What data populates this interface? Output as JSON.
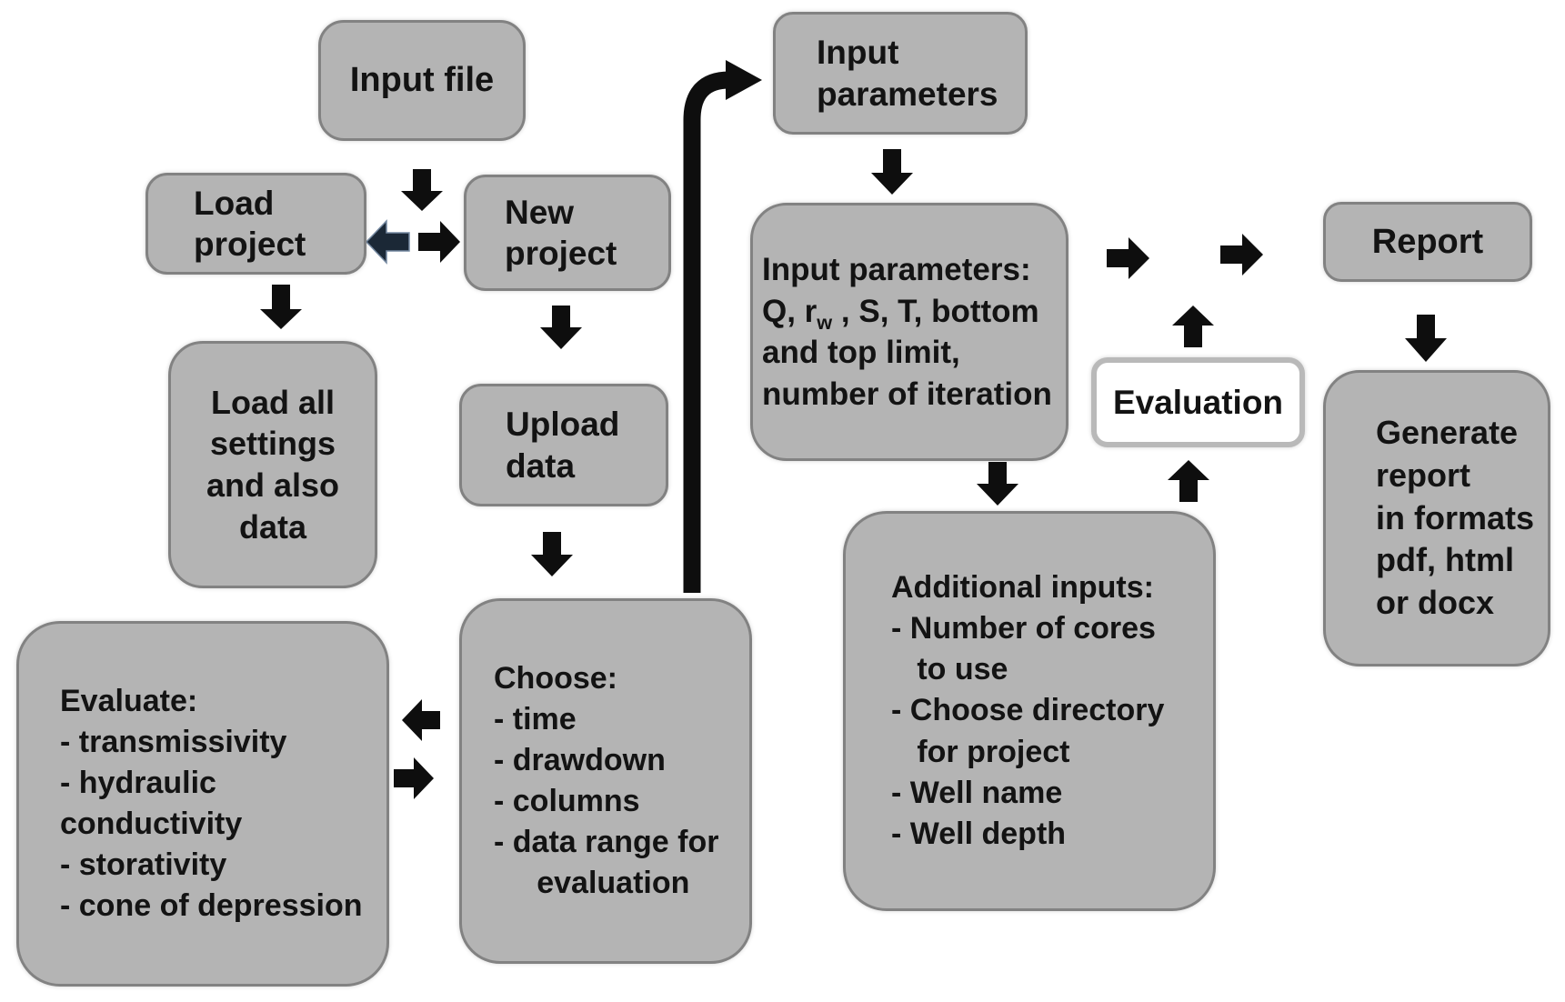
{
  "diagram": {
    "title": "Application workflow flowchart",
    "colors": {
      "background": "#ffffff",
      "box_fill": "#b4b4b4",
      "box_border": "#828282",
      "evaluation_box_fill": "#ffffff",
      "evaluation_box_border": "#b9b9b9",
      "arrow": "#0e0e0e",
      "accent_arrow": "#1b2836",
      "text": "#131313"
    },
    "boxes": {
      "input_file": "Input file",
      "load_project": "Load\nproject",
      "new_project": "New\nproject",
      "load_all_settings": "Load all\nsettings\nand also\ndata",
      "upload_data": "Upload\ndata",
      "choose": "Choose:\n- time\n- drawdown\n- columns\n- data range for\n     evaluation",
      "evaluate": "Evaluate:\n- transmissivity\n- hydraulic\nconductivity\n- storativity\n- cone of depression",
      "input_parameters": "Input\nparameters",
      "input_parameters_detail": {
        "line1": "Input parameters:",
        "q_prefix": "Q, r",
        "q_sub": "w",
        "q_suffix": " , S, T, bottom",
        "line3": "and top limit,",
        "line4": "number of iteration"
      },
      "additional_inputs": "Additional inputs:\n- Number of cores\n   to use\n- Choose directory\n   for project\n- Well name\n- Well depth",
      "evaluation": "Evaluation",
      "report": "Report",
      "generate_report": "Generate\nreport\nin formats\npdf, html\nor docx"
    }
  }
}
